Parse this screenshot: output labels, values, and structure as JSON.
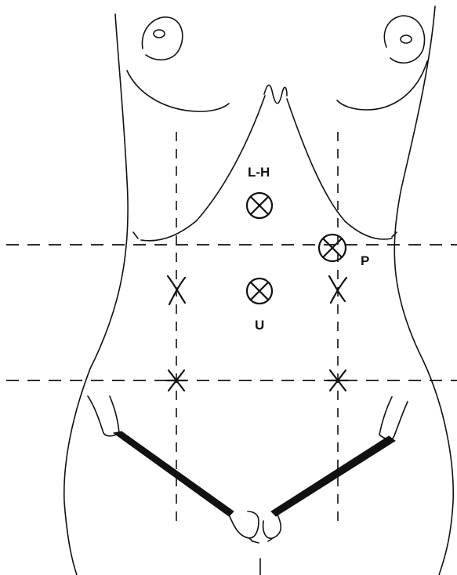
{
  "labels": {
    "liver_heart": "L-H",
    "pancreas": "P",
    "umbilicus": "U"
  },
  "markers": [
    {
      "name": "liver-heart-point",
      "type": "circle-x"
    },
    {
      "name": "pancreas-point",
      "type": "circle-x"
    },
    {
      "name": "umbilicus-point",
      "type": "circle-x"
    },
    {
      "name": "left-upper-cross",
      "type": "x"
    },
    {
      "name": "right-upper-cross",
      "type": "x"
    },
    {
      "name": "left-lower-cross",
      "type": "asterisk"
    },
    {
      "name": "right-lower-cross",
      "type": "asterisk"
    }
  ],
  "guide_lines": {
    "horizontal": 2,
    "vertical": 2,
    "style": "dashed"
  },
  "colors": {
    "ink": "#111111",
    "background": "#ffffff"
  }
}
